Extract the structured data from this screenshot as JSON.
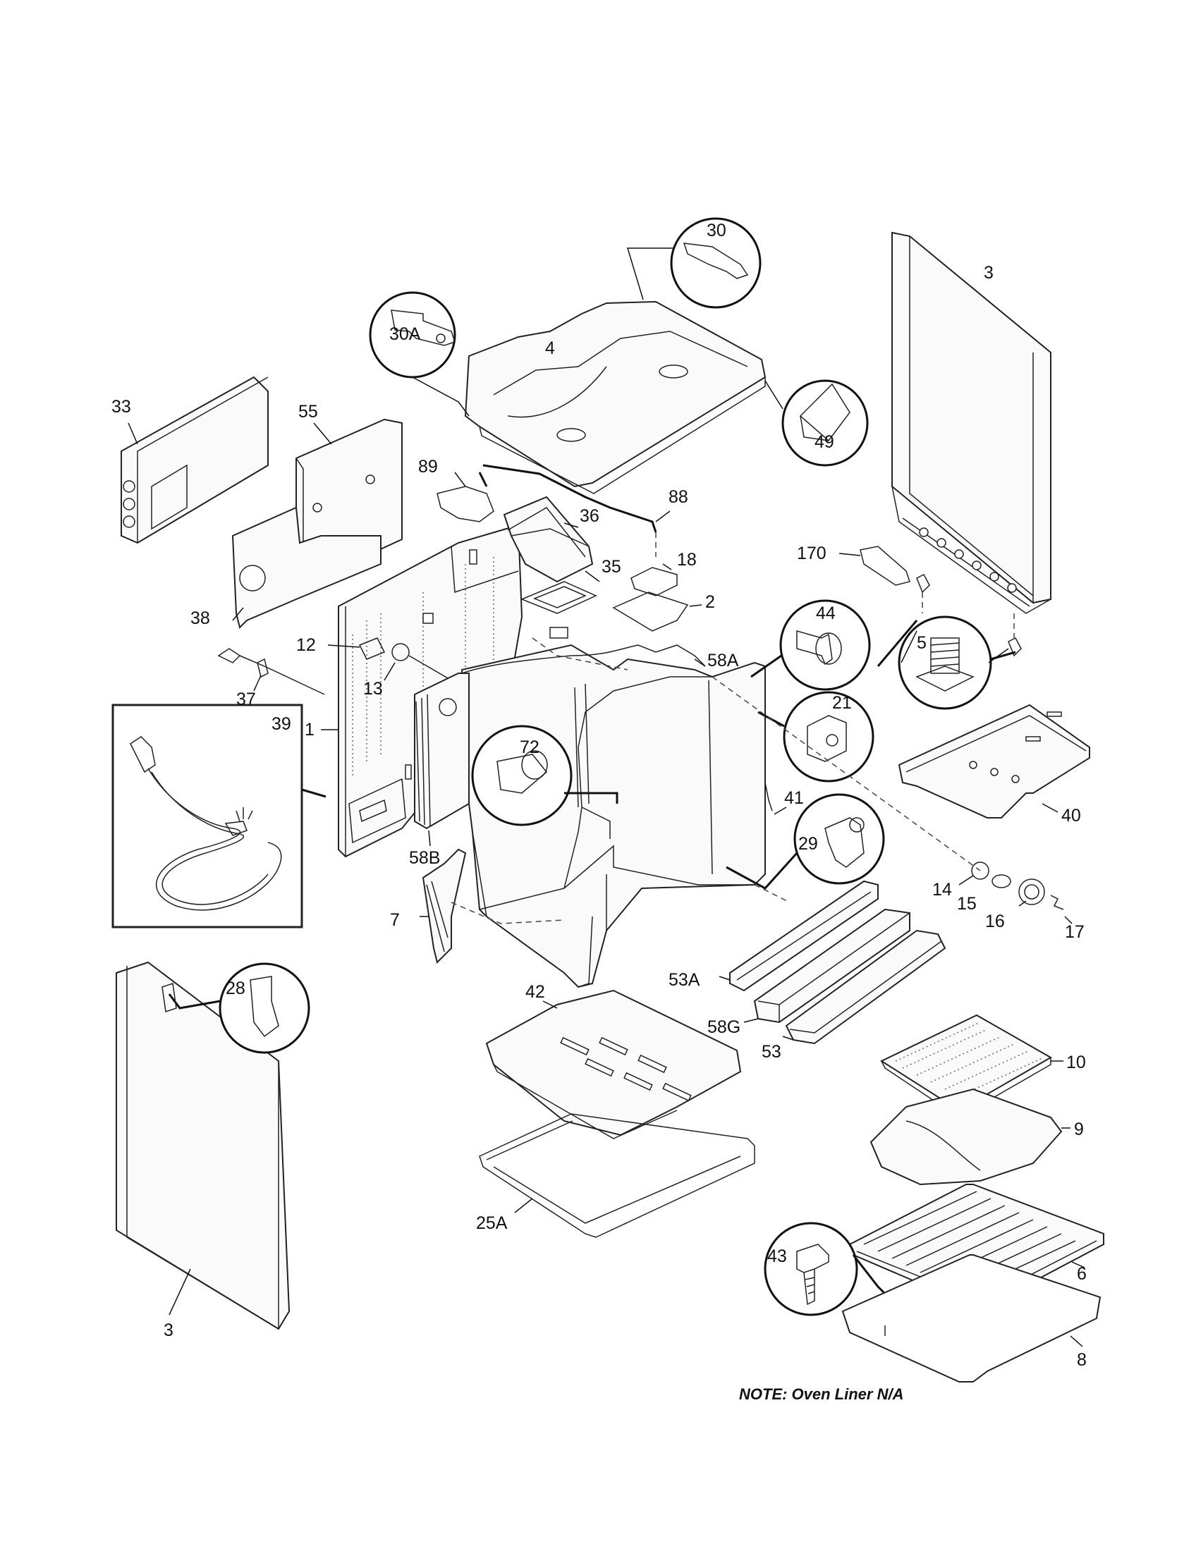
{
  "labels": {
    "p30": "30",
    "p30a": "30A",
    "p4": "4",
    "p49": "49",
    "p3_top": "3",
    "p33": "33",
    "p55": "55",
    "p89": "89",
    "p88": "88",
    "p36": "36",
    "p35": "35",
    "p18": "18",
    "p2": "2",
    "p170": "170",
    "p5": "5",
    "p38": "38",
    "p12": "12",
    "p44": "44",
    "p58a": "58A",
    "p13": "13",
    "p37": "37",
    "p21": "21",
    "p1": "1",
    "p39": "39",
    "p72": "72",
    "p40": "40",
    "p41": "41",
    "p58b": "58B",
    "p29": "29",
    "p14": "14",
    "p15": "15",
    "p16": "16",
    "p17": "17",
    "p7": "7",
    "p28": "28",
    "p53a": "53A",
    "p42": "42",
    "p58g": "58G",
    "p53": "53",
    "p10": "10",
    "p9": "9",
    "p25a": "25A",
    "p43": "43",
    "p6": "6",
    "p3_bottom": "3",
    "p8": "8"
  },
  "note": "NOTE: Oven Liner N/A"
}
